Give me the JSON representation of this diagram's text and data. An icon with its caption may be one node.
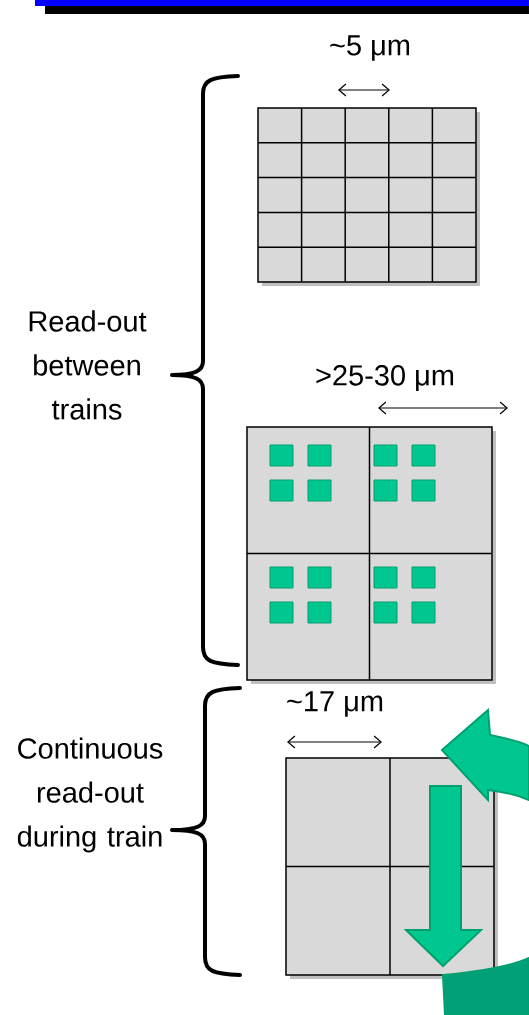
{
  "diagram": {
    "labels": [
      "~5 μm",
      "Read-out between trains",
      ">25-30 μm",
      "~17 μm",
      "Continuous read-out during train"
    ]
  }
}
